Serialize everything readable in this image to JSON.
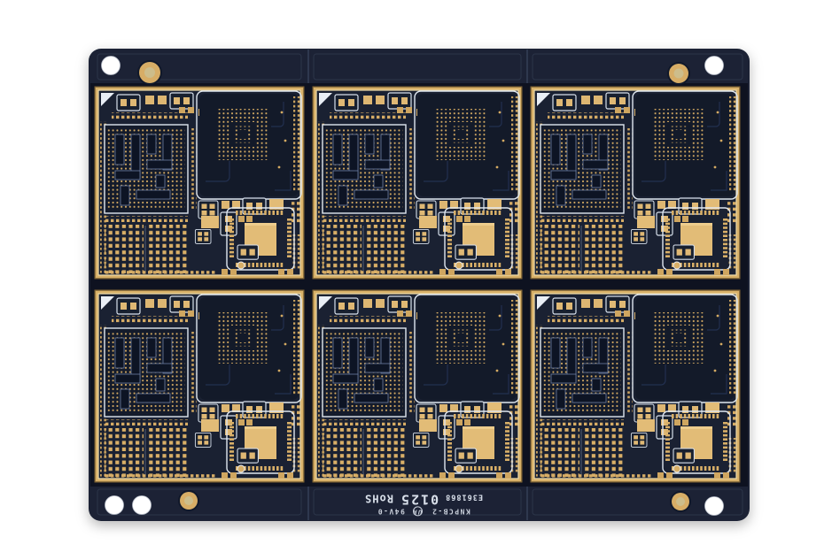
{
  "scene": {
    "object": "printed-circuit-board-panel",
    "units_rows": 2,
    "units_columns": 3,
    "background": "#ffffff"
  },
  "silkscreen": {
    "line1": {
      "part_number": "KNPCB-2",
      "ul_mark": "UR",
      "flammability_rating": "94V-0"
    },
    "line2": {
      "ul_file_number": "E361868",
      "date_code": "0125",
      "compliance": "RoHS"
    }
  },
  "colors": {
    "solder_mask_navy": "#1d2434",
    "unit_interior": "#1a2132",
    "module_dark": "#131a29",
    "pad_gold": "#d6ab64",
    "pad_gold_bright": "#ecca88",
    "unit_edge_gold": "#d8b169",
    "silkscreen_white": "#e3eaf2",
    "hole_unplated": "#ffffff",
    "gap_shadow": "#0e1220"
  }
}
